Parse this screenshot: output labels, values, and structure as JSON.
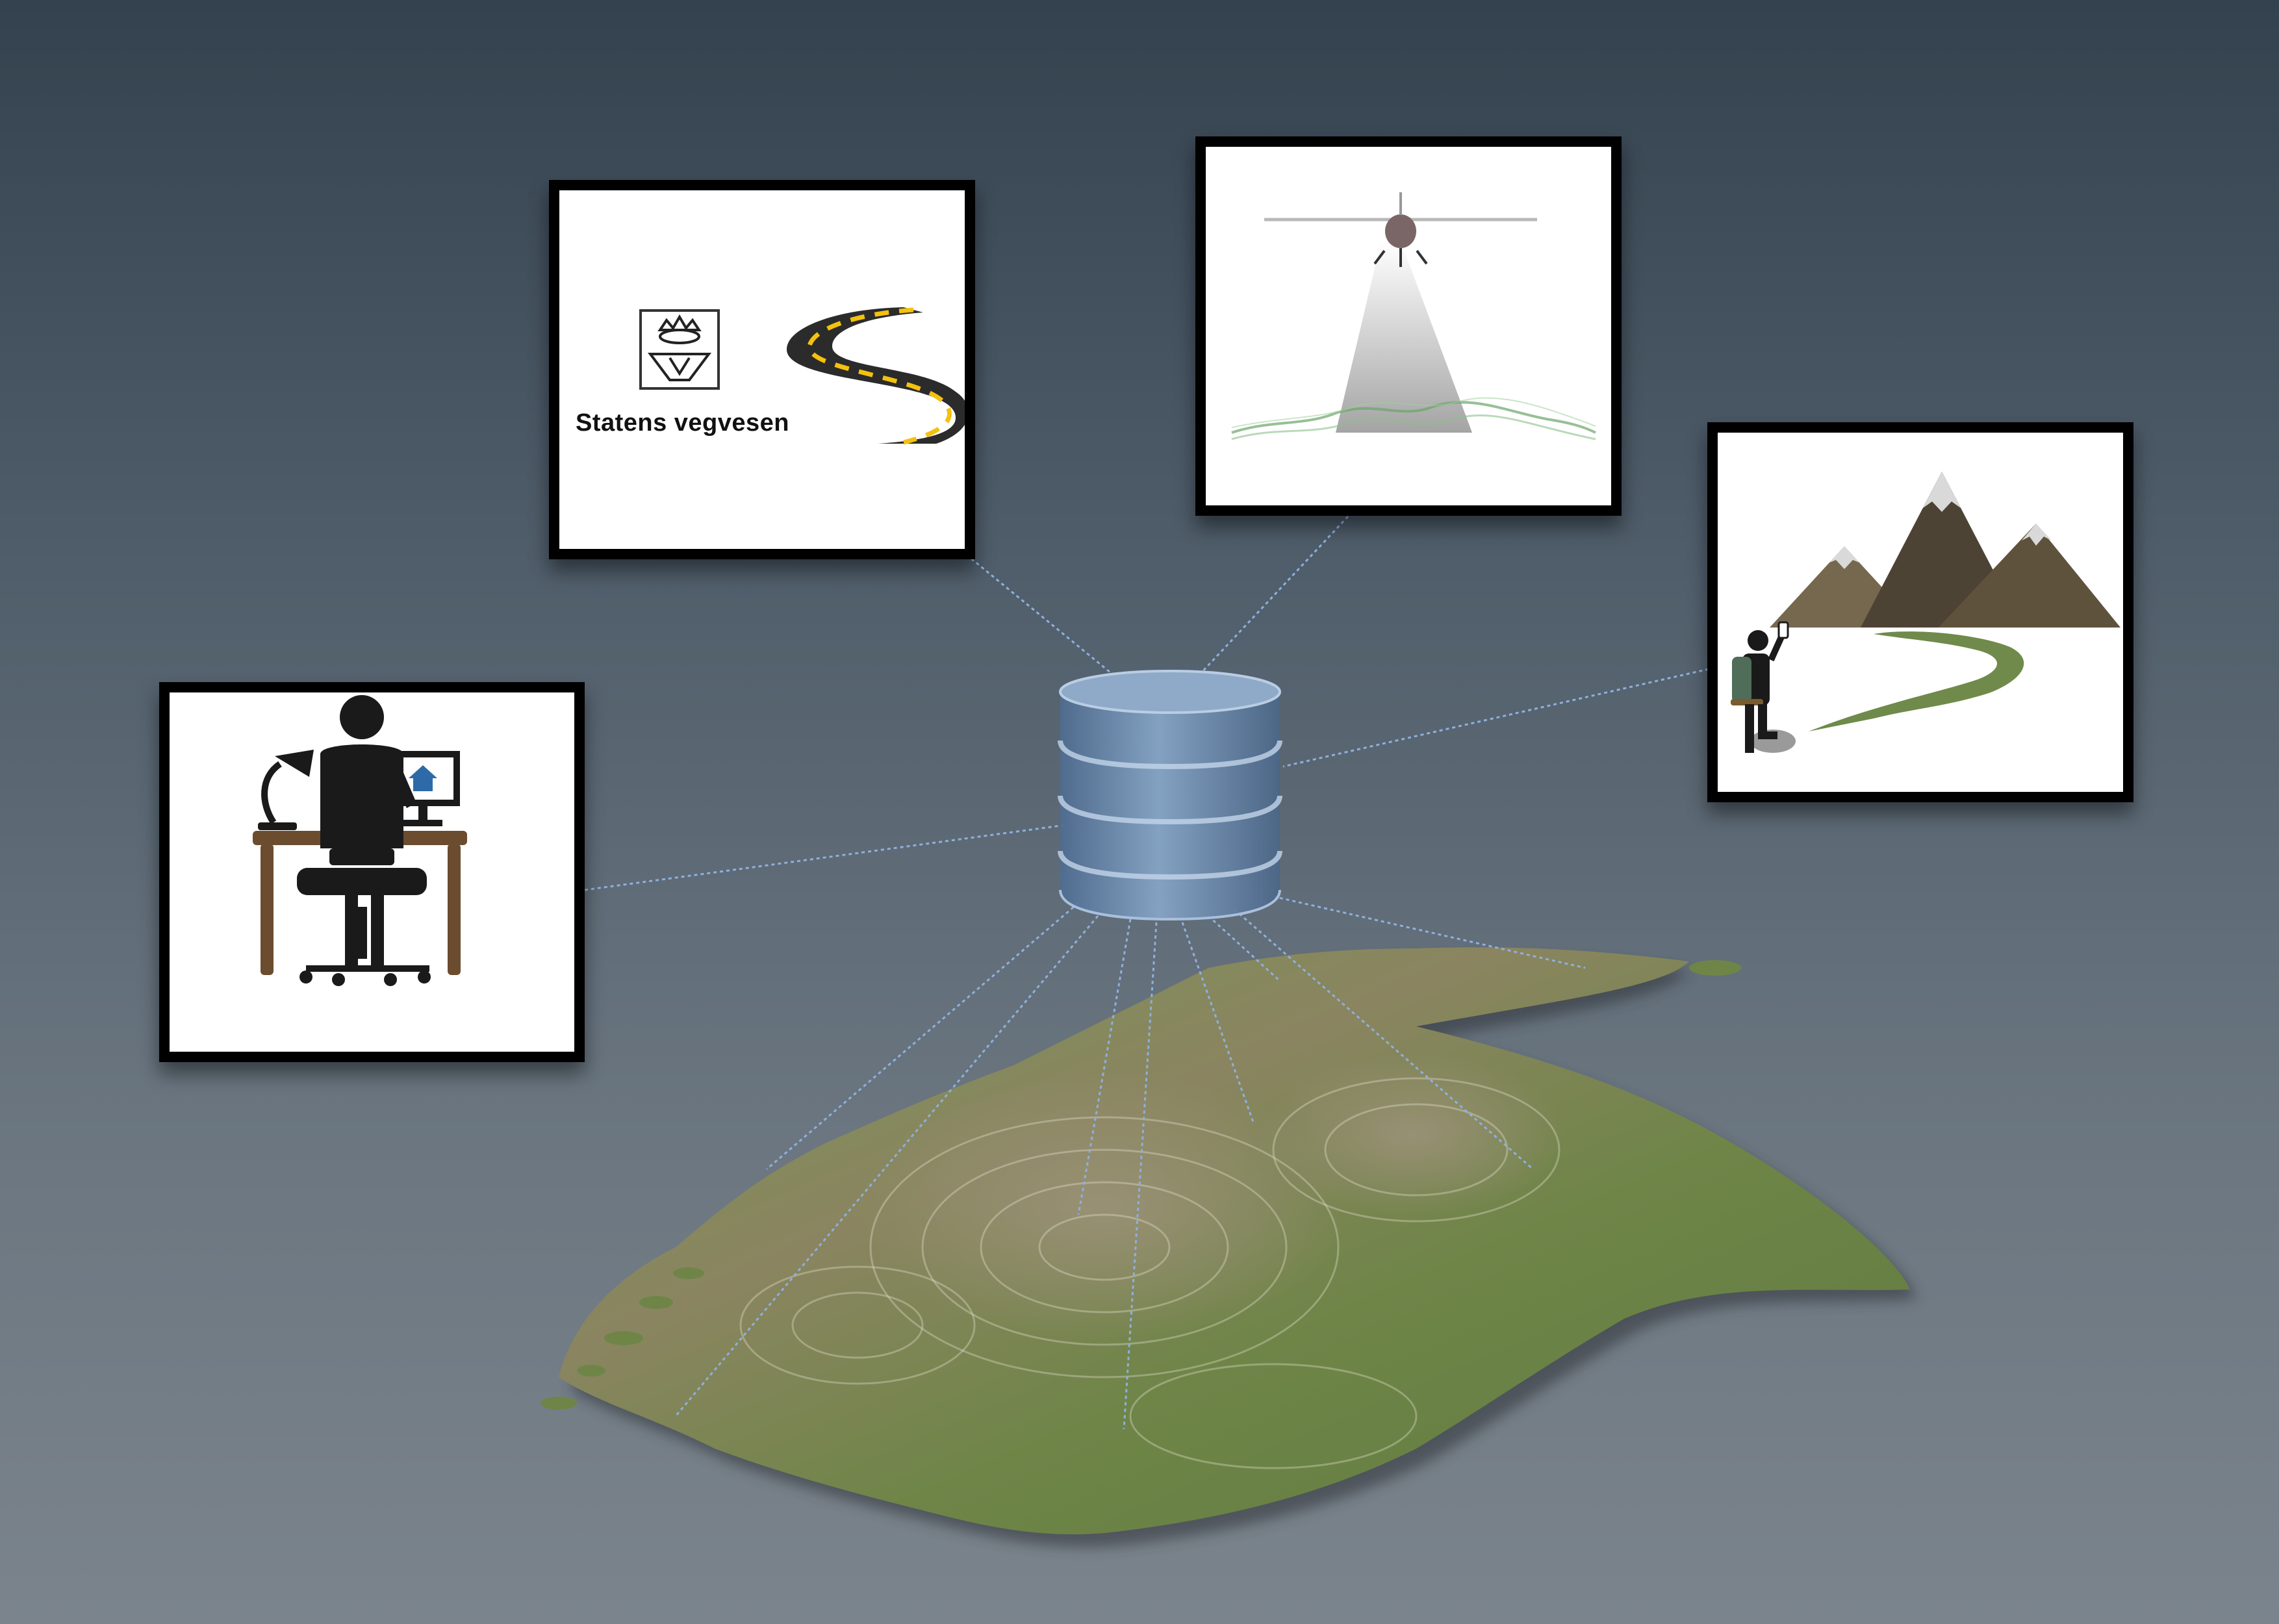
{
  "diagram": {
    "center_node": "database-icon",
    "sources": [
      {
        "id": "office",
        "icon": "office-worker-icon"
      },
      {
        "id": "roads",
        "icon": "statens-vegvesen-logo",
        "label": "Statens vegvesen"
      },
      {
        "id": "lidar",
        "icon": "airborne-lidar-plane-icon"
      },
      {
        "id": "hiker",
        "icon": "hiker-mountains-icon"
      }
    ],
    "target": "terrain-map-southern-norway"
  },
  "colors": {
    "background_top": "#34424f",
    "background_bottom": "#7b848c",
    "connector": "#8fb0dc",
    "database": "#6c8db4",
    "road_stripe": "#f3c10f",
    "house_blue": "#2f6aa8",
    "terrain_green": "#6f8a4a"
  }
}
